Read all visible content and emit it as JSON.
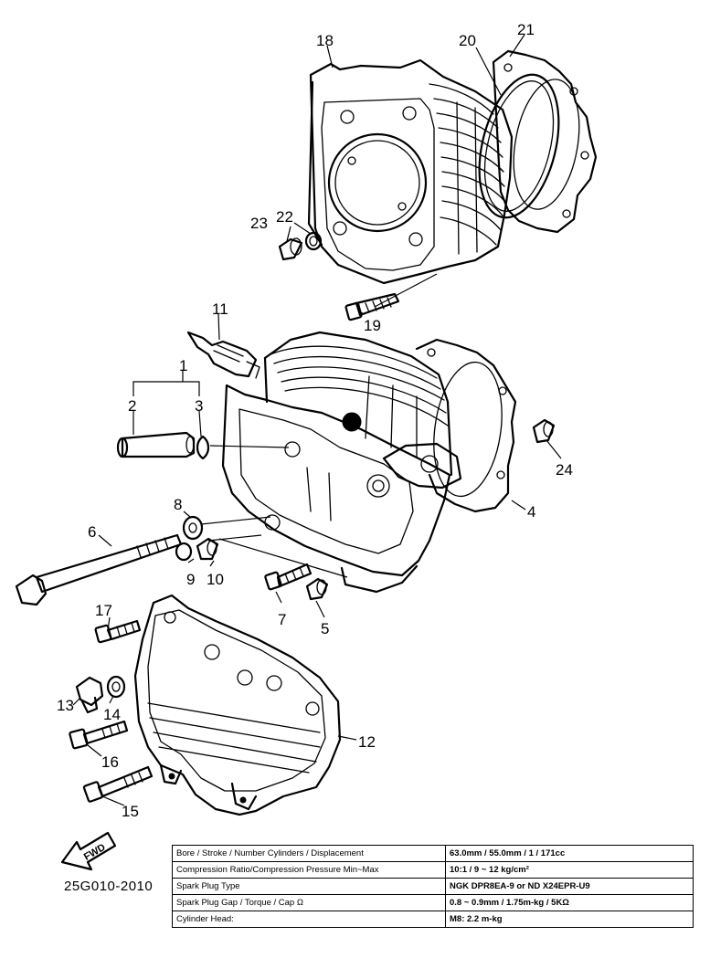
{
  "diagram": {
    "callouts": {
      "p1": "1",
      "p2": "2",
      "p3": "3",
      "p4": "4",
      "p5": "5",
      "p6": "6",
      "p7": "7",
      "p8": "8",
      "p9": "9",
      "p10": "10",
      "p11": "11",
      "p12": "12",
      "p13": "13",
      "p14": "14",
      "p15": "15",
      "p16": "16",
      "p17": "17",
      "p18": "18",
      "p19": "19",
      "p20": "20",
      "p21": "21",
      "p22": "22",
      "p23": "23",
      "p24": "24"
    },
    "catalog_code": "25G010-2010",
    "fwd_label": "FWD"
  },
  "spec_table": {
    "rows": [
      {
        "label": "Bore / Stroke / Number Cylinders / Displacement",
        "value": "63.0mm / 55.0mm / 1 / 171cc"
      },
      {
        "label": "Compression Ratio/Compression Pressure Min~Max",
        "value": "10:1 / 9 ~ 12 kg/cm²"
      },
      {
        "label": "Spark Plug Type",
        "value": "NGK DPR8EA-9 or ND X24EPR-U9"
      },
      {
        "label": "Spark Plug Gap / Torque / Cap Ω",
        "value": "0.8 ~ 0.9mm / 1.75m-kg / 5KΩ"
      },
      {
        "label": "Cylinder Head:",
        "value": "M8: 2.2 m-kg"
      }
    ]
  }
}
